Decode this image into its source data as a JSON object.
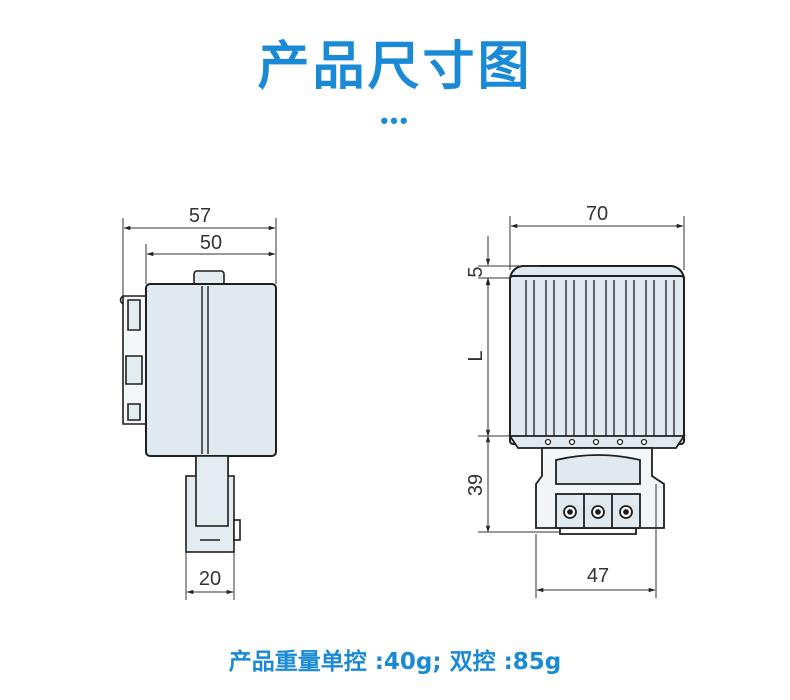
{
  "title": "产品尺寸图",
  "dots": "•••",
  "dimensions": {
    "side_outer_width": "57",
    "side_inner_width": "50",
    "side_bracket_width": "20",
    "front_width": "70",
    "front_top_offset": "5",
    "front_length": "L",
    "front_terminal_height": "39",
    "front_terminal_width": "47"
  },
  "footer": "产品重量单控 :40g;  双控 :85g",
  "colors": {
    "accent": "#1a8ad6",
    "housing_fill": "#dfe9ef",
    "housing_stroke": "#1f1f1f"
  }
}
